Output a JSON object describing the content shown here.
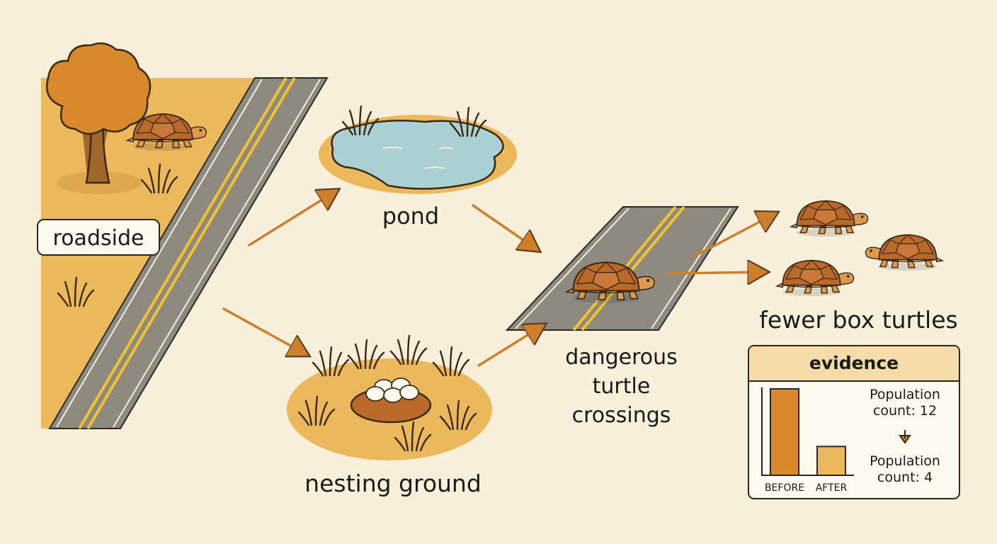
{
  "labels": {
    "roadside": "roadside",
    "pond": "pond",
    "nesting": "nesting ground",
    "crossings": "dangerous turtle crossings",
    "fewer": "fewer box turtles"
  },
  "evidence": {
    "title": "evidence",
    "before_text": "Population count: 12",
    "after_text": "Population count: 4"
  },
  "chart_data": {
    "type": "bar",
    "categories": [
      "BEFORE",
      "AFTER"
    ],
    "values": [
      12,
      4
    ],
    "title": "evidence",
    "xlabel": "",
    "ylabel": "",
    "colors": [
      "#d9882b",
      "#ecb85c"
    ]
  },
  "colors": {
    "background": "#f9f0dc",
    "ground": "#ecb85c",
    "road": "#8e8a80",
    "road_line": "#f2c12e",
    "water": "#a9d0d3",
    "arrow": "#cd7f2c",
    "turtle_shell": "#b9692a",
    "turtle_skin": "#dc9a4e",
    "tree_foliage": "#d9882b"
  }
}
